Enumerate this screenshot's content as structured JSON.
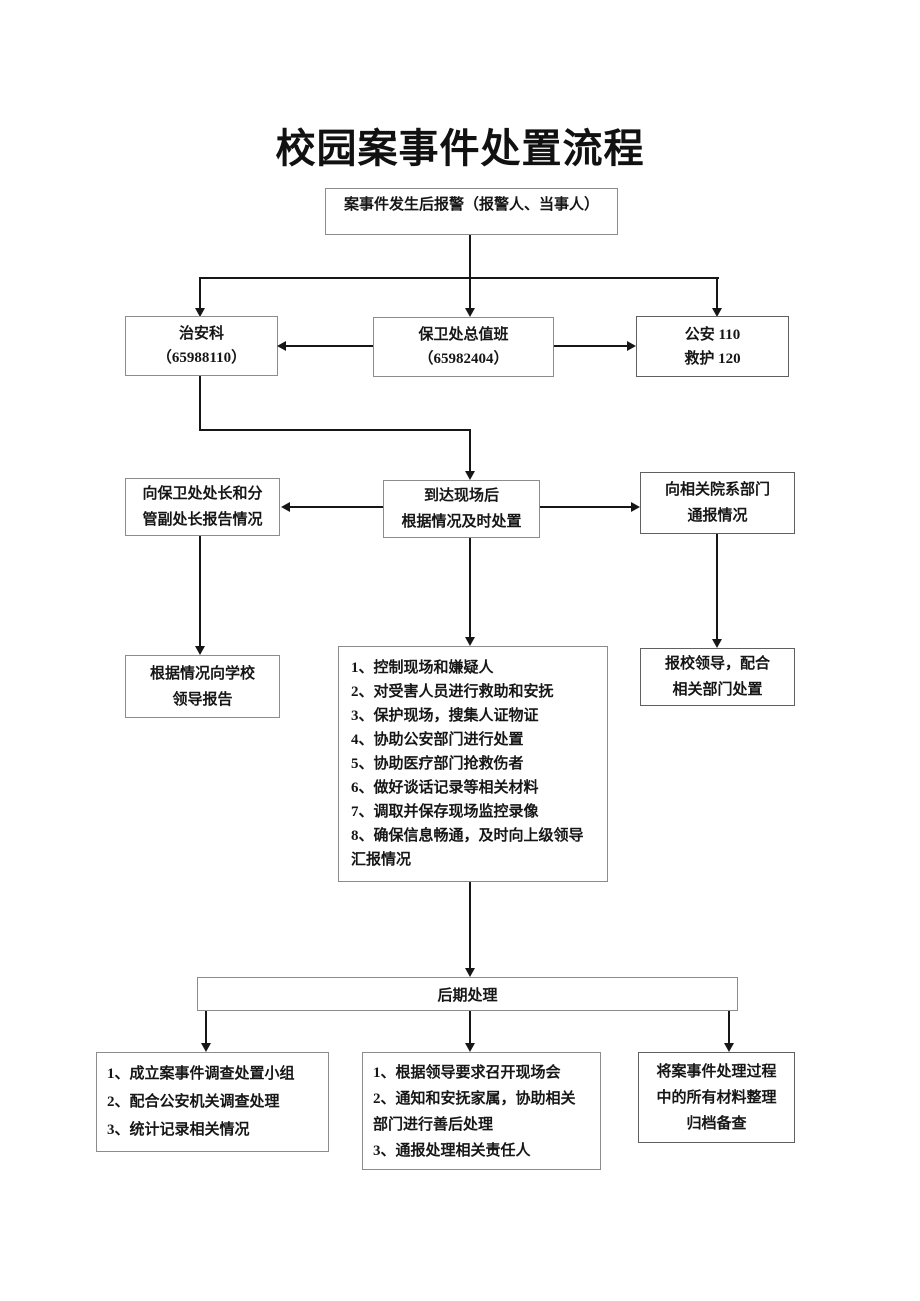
{
  "title": "校园案事件处置流程",
  "nodes": {
    "report_alarm": {
      "label": "案事件发生后报警（报警人、当事人）"
    },
    "security_section": {
      "lines": [
        "治安科",
        "（65988110）"
      ]
    },
    "duty_office": {
      "lines": [
        "保卫处总值班",
        "（65982404）"
      ]
    },
    "police_rescue": {
      "lines": [
        "公安 110",
        "救护 120"
      ]
    },
    "report_chiefs": {
      "lines": [
        "向保卫处处长和分",
        "管副处长报告情况"
      ]
    },
    "on_scene": {
      "lines": [
        "到达现场后",
        "根据情况及时处置"
      ]
    },
    "notify_departments": {
      "lines": [
        "向相关院系部门",
        "通报情况"
      ]
    },
    "report_school_leaders": {
      "lines": [
        "根据情况向学校",
        "领导报告"
      ]
    },
    "scene_actions": {
      "items": [
        "1、控制现场和嫌疑人",
        "2、对受害人员进行救助和安抚",
        "3、保护现场，搜集人证物证",
        "4、协助公安部门进行处置",
        "5、协助医疗部门抢救伤者",
        "6、做好谈话记录等相关材料",
        "7、调取并保存现场监控录像",
        "8、确保信息畅通，及时向上级领导汇报情况"
      ]
    },
    "assist_leaders": {
      "lines": [
        "报校领导，配合",
        "相关部门处置"
      ]
    },
    "post_processing": {
      "label": "后期处理"
    },
    "investigation_group": {
      "items": [
        "1、成立案事件调查处置小组",
        "2、配合公安机关调查处理",
        "3、统计记录相关情况"
      ]
    },
    "aftermath": {
      "items": [
        "1、根据领导要求召开现场会",
        "2、通知和安抚家属，协助相关部门进行善后处理",
        "3、通报处理相关责任人"
      ]
    },
    "archive": {
      "lines": [
        "将案事件处理过程",
        "中的所有材料整理",
        "归档备查"
      ]
    }
  }
}
